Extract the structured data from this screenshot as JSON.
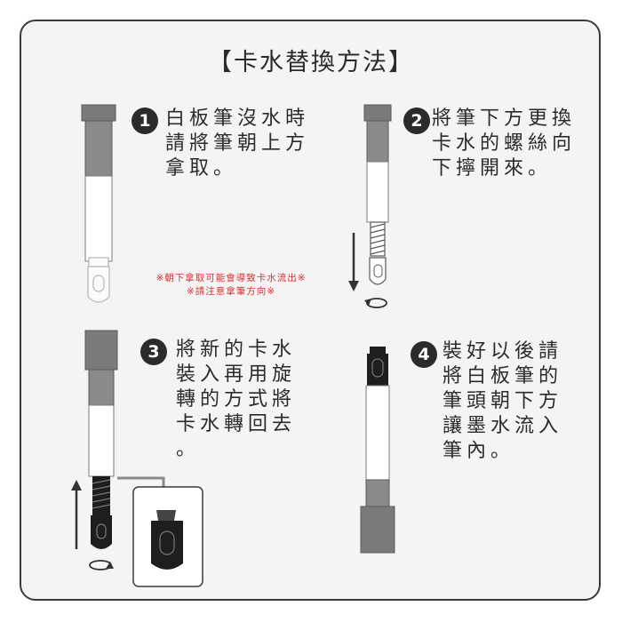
{
  "title": "【卡水替換方法】",
  "steps": [
    {
      "number": "1",
      "lines": [
        "白板筆沒水時",
        "請將筆朝上方",
        "拿取。"
      ]
    },
    {
      "number": "2",
      "lines": [
        "將筆下方更換",
        "卡水的螺絲向",
        "下擰開來。"
      ]
    },
    {
      "number": "3",
      "lines": [
        "將新的卡水",
        "裝入再用旋",
        "轉的方式將",
        "卡水轉回去",
        "。"
      ]
    },
    {
      "number": "4",
      "lines": [
        "裝好以後請",
        "將白板筆的",
        "筆頭朝下方",
        "讓墨水流入",
        "筆內。"
      ]
    }
  ],
  "warning": {
    "line1": "※朝下拿取可能會導致卡水流出※",
    "line2": "※請注意拿筆方向※"
  },
  "colors": {
    "cap": "#7a7a7a",
    "ink": "#1e1e1e",
    "warning": "#d8312f",
    "frame": "#3a3a3a",
    "background": "#f4f4f4"
  },
  "icons": [
    "up-arrow-icon",
    "down-arrow-icon",
    "rotate-icon"
  ]
}
